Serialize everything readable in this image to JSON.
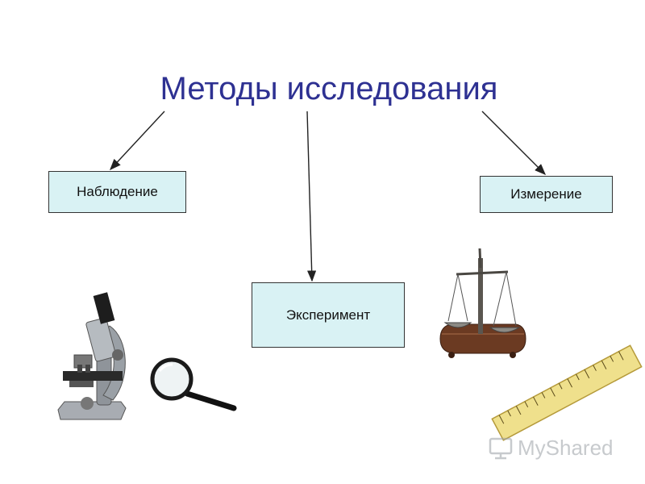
{
  "title": "Методы исследования",
  "boxes": {
    "observation": "Наблюдение",
    "measurement": "Измерение",
    "experiment": "Эксперимент"
  },
  "illustrations": {
    "microscope": "microscope-icon",
    "magnifier": "magnifying-glass-icon",
    "scales": "balance-scale-icon",
    "ruler": "ruler-icon"
  },
  "watermark": "MyShared",
  "colors": {
    "title": "#2e3192",
    "box_fill": "#d9f2f4",
    "box_border": "#333333",
    "arrow": "#222222"
  }
}
